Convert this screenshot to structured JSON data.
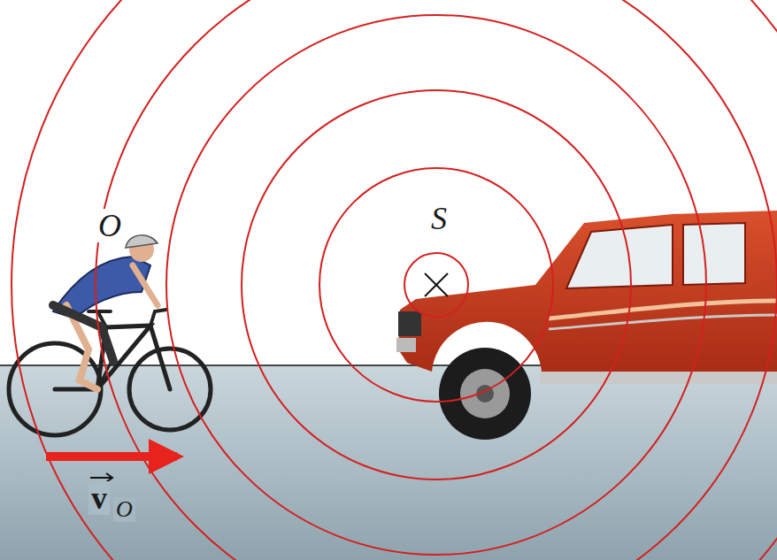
{
  "diagram": {
    "labels": [
      "O",
      "S",
      "v",
      "O"
    ]
  }
}
